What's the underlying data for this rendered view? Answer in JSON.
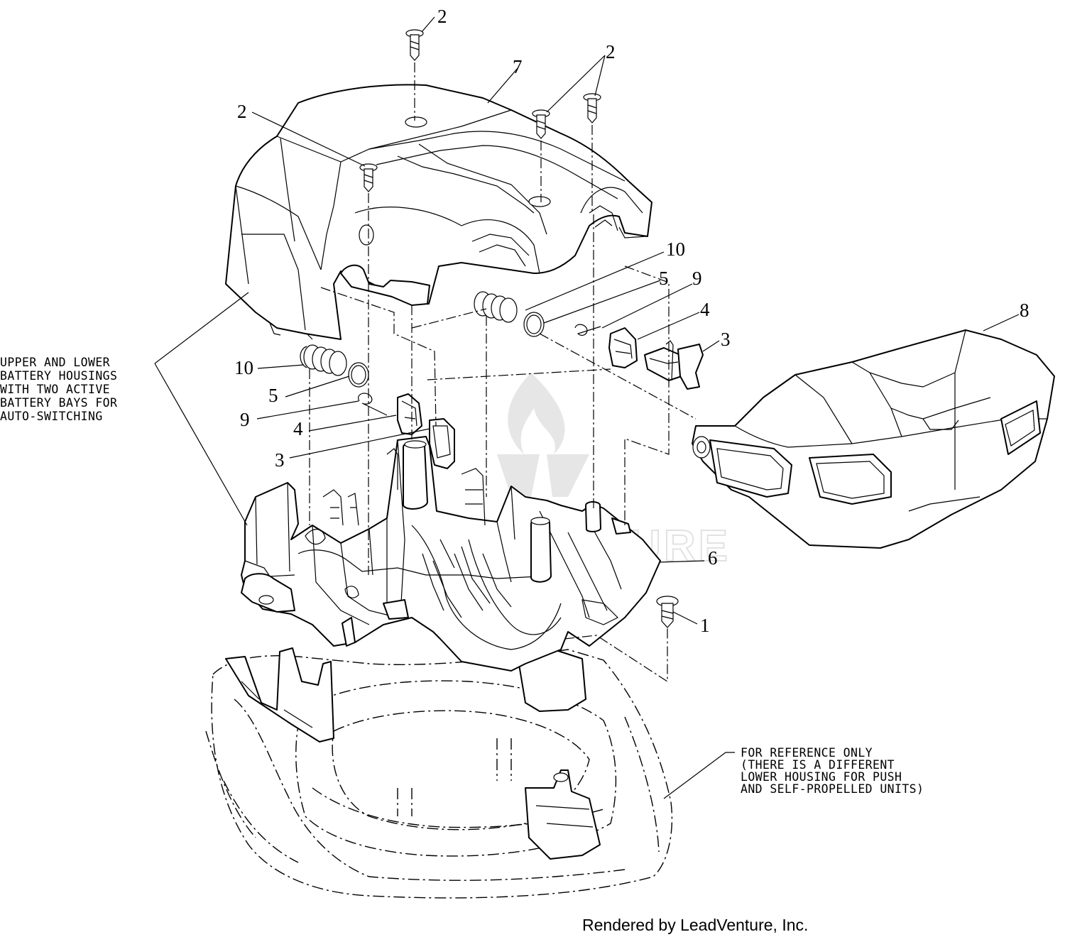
{
  "callouts": [
    {
      "id": "c-2a",
      "text": "2"
    },
    {
      "id": "c-2b",
      "text": "2"
    },
    {
      "id": "c-2c",
      "text": "2"
    },
    {
      "id": "c-7",
      "text": "7"
    },
    {
      "id": "c-10a",
      "text": "10"
    },
    {
      "id": "c-5a",
      "text": "5"
    },
    {
      "id": "c-9a",
      "text": "9"
    },
    {
      "id": "c-4a",
      "text": "4"
    },
    {
      "id": "c-3a",
      "text": "3"
    },
    {
      "id": "c-8",
      "text": "8"
    },
    {
      "id": "c-10b",
      "text": "10"
    },
    {
      "id": "c-5b",
      "text": "5"
    },
    {
      "id": "c-9b",
      "text": "9"
    },
    {
      "id": "c-4b",
      "text": "4"
    },
    {
      "id": "c-3b",
      "text": "3"
    },
    {
      "id": "c-6",
      "text": "6"
    },
    {
      "id": "c-1",
      "text": "1"
    }
  ],
  "notes": {
    "battery_housings": [
      "UPPER AND LOWER",
      "BATTERY HOUSINGS",
      "WITH TWO ACTIVE",
      "BATTERY BAYS FOR",
      "AUTO-SWITCHING"
    ],
    "reference_only": [
      "FOR REFERENCE ONLY",
      "(THERE IS A DIFFERENT",
      "LOWER HOUSING FOR PUSH",
      "AND SELF-PROPELLED UNITS)"
    ]
  },
  "footer": {
    "credit": "Rendered by LeadVenture, Inc."
  },
  "watermark": {
    "text": "LEADVENTURE"
  }
}
